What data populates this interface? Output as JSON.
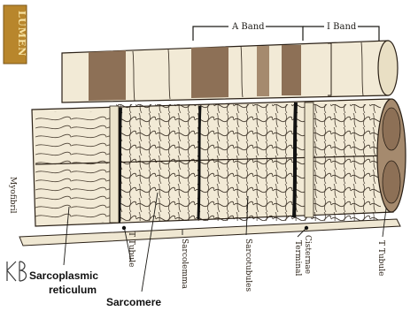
{
  "logo": {
    "text": "LUMEN"
  },
  "bands": {
    "a_band": "A Band",
    "i_band": "I Band"
  },
  "labels": {
    "myofibril": "Myofibril",
    "sarcoplasmic_reticulum_line1": "Sarcoplasmic",
    "sarcoplasmic_reticulum_line2": "reticulum",
    "sarcomere": "Sarcomere",
    "t_tubule_left": "T Tubule",
    "sarcolemma": "Sarcolemma",
    "sarcotubules": "Sarcotubules",
    "terminal_cisternae_line1": "Terminal",
    "terminal_cisternae_line2": "Cisternae",
    "t_tubule_right": "T Tubule"
  },
  "signature": {
    "text": "KB"
  },
  "colors": {
    "paper": "#efe7d2",
    "dark_band": "#8d7056",
    "logo_bg": "#b8862c",
    "ink": "#2a2016"
  }
}
